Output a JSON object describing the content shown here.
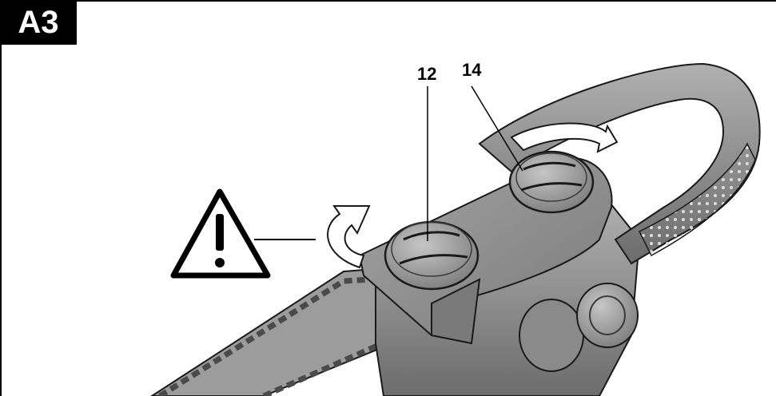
{
  "figure_label": "A3",
  "callouts": [
    {
      "id": "callout-12",
      "label": "12"
    },
    {
      "id": "callout-14",
      "label": "14"
    }
  ],
  "colors": {
    "body": "#8f8f8f",
    "body_dark": "#6e6e6e",
    "body_light": "#b3b3b3",
    "outline": "#1a1a1a",
    "chain": "#9a9a9a",
    "arrow_fill": "#ffffff"
  },
  "icons": [
    "warning-triangle-icon",
    "rotate-arrow-icon"
  ]
}
